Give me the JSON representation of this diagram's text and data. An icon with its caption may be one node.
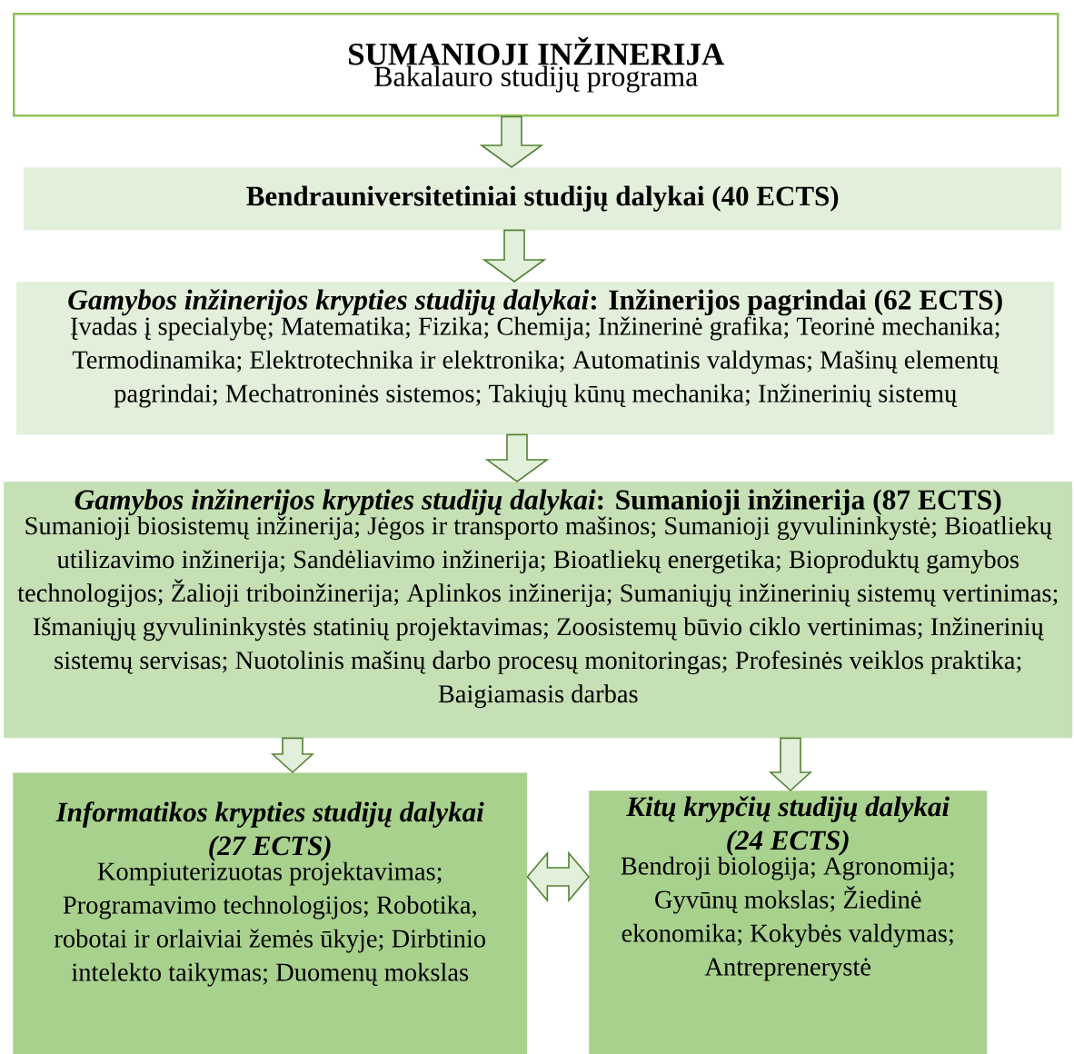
{
  "diagram": {
    "nodes": [
      {
        "text": [
          "SUMANIOJI INŽINERIJA",
          "Bakalauro studijų programa"
        ]
      },
      {
        "text": [
          "Bendrauniversitetiniai studijų dalykai (40 ECTS)"
        ]
      },
      {
        "text": [
          "*Gamybos inžinerijos krypties studijų dalykai*: Inžinerijos pagrindai (62 ECTS)",
          "Įvadas į specialybę; Matematika; Fizika; Chemija; Inžinerinė grafika; Teorinė mechanika; Termodinamika; Elektrotechnika ir elektronika; Automatinis valdymas; Mašinų elementų pagrindai; Mechatroninės sistemos; Takiųjų kūnų mechanika; Inžinerinių sistemų"
        ]
      },
      {
        "text": [
          "*Gamybos inžinerijos krypties studijų dalykai*: Sumanioji inžinerija (87 ECTS)",
          "Sumanioji biosistemų inžinerija; Jėgos ir transporto mašinos; Sumanioji gyvulininkystė; Bioatliekų utilizavimo inžinerija; Sandėliavimo inžinerija; Bioatliekų energetika; Bioproduktų gamybos technologijos; Žalioji triboinžinerija; Aplinkos inžinerija; Sumaniųjų inžinerinių sistemų vertinimas; Išmaniųjų gyvulininkystės statinių projektavimas; Zoosistemų būvio ciklo vertinimas; Inžinerinių sistemų servisas; Nuotolinis mašinų darbo procesų monitoringas; Profesinės veiklos praktika; Baigiamasis darbas"
        ]
      },
      {
        "text": [
          "Informatikos krypties studijų dalykai (27 ECTS)",
          "Kompiuterizuotas projektavimas; Programavimo technologijos; Robotika, robotai ir orlaiviai žemės ūkyje; Dirbtinio intelekto taikymas; Duomenų mokslas"
        ]
      },
      {
        "text": [
          "Kitų krypčių studijų dalykai (24 ECTS)",
          "Bendroji biologija; Agronomija; Gyvūnų mokslas; Žiedinė ekonomika; Kokybės valdymas; Antreprenerystė"
        ]
      }
    ],
    "edges": [
      {
        "from": 0,
        "to": 1,
        "arrow": "to"
      },
      {
        "from": 1,
        "to": 2,
        "arrow": "to"
      },
      {
        "from": 2,
        "to": 3,
        "arrow": "to"
      },
      {
        "from": 3,
        "to": 4,
        "arrow": "to"
      },
      {
        "from": 3,
        "to": 5,
        "arrow": "to"
      },
      {
        "from": 4,
        "to": 5,
        "arrow": "both"
      }
    ]
  }
}
